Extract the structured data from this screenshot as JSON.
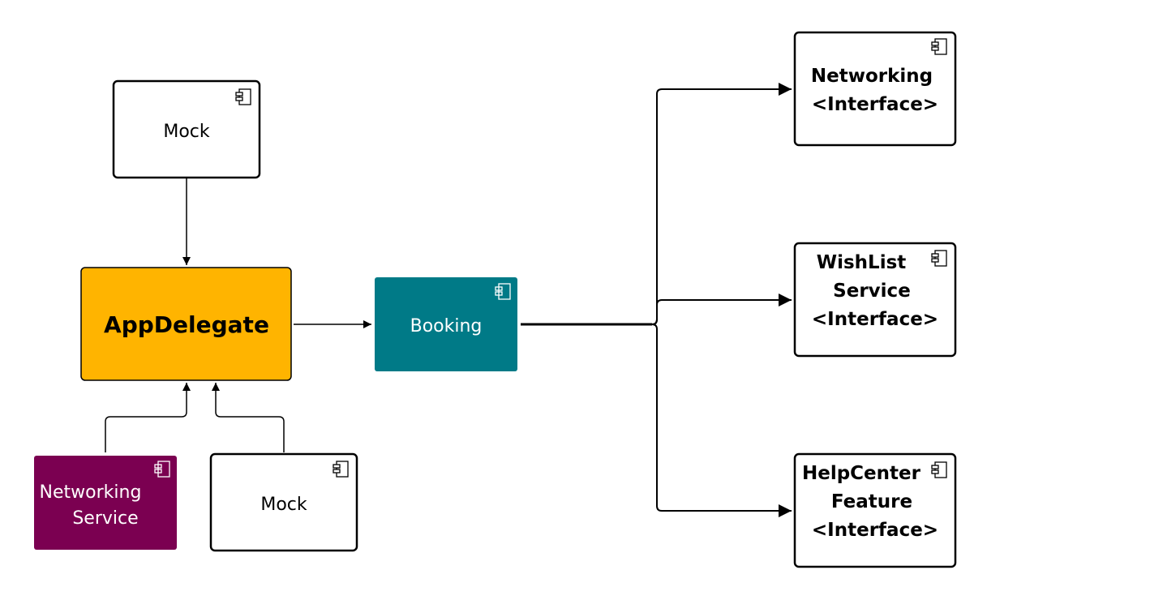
{
  "nodes": {
    "mock_top": {
      "lines": [
        "Mock"
      ]
    },
    "app_delegate": {
      "lines": [
        "AppDelegate"
      ]
    },
    "booking": {
      "lines": [
        "Booking"
      ]
    },
    "networking_service": {
      "lines": [
        "Networking",
        "Service"
      ]
    },
    "mock_bottom": {
      "lines": [
        "Mock"
      ]
    },
    "networking_interface": {
      "lines": [
        "Networking",
        "<Interface>"
      ]
    },
    "wishlist_interface": {
      "lines": [
        "WishList",
        "Service",
        "<Interface>"
      ]
    },
    "helpcenter_interface": {
      "lines": [
        "HelpCenter",
        "Feature",
        "<Interface>"
      ]
    }
  },
  "colors": {
    "app_delegate_fill": "#FFB400",
    "booking_fill": "#007A87",
    "networking_service_fill": "#7B0051",
    "white_fill": "#FFFFFF",
    "stroke": "#000000"
  },
  "icon": "component-icon"
}
